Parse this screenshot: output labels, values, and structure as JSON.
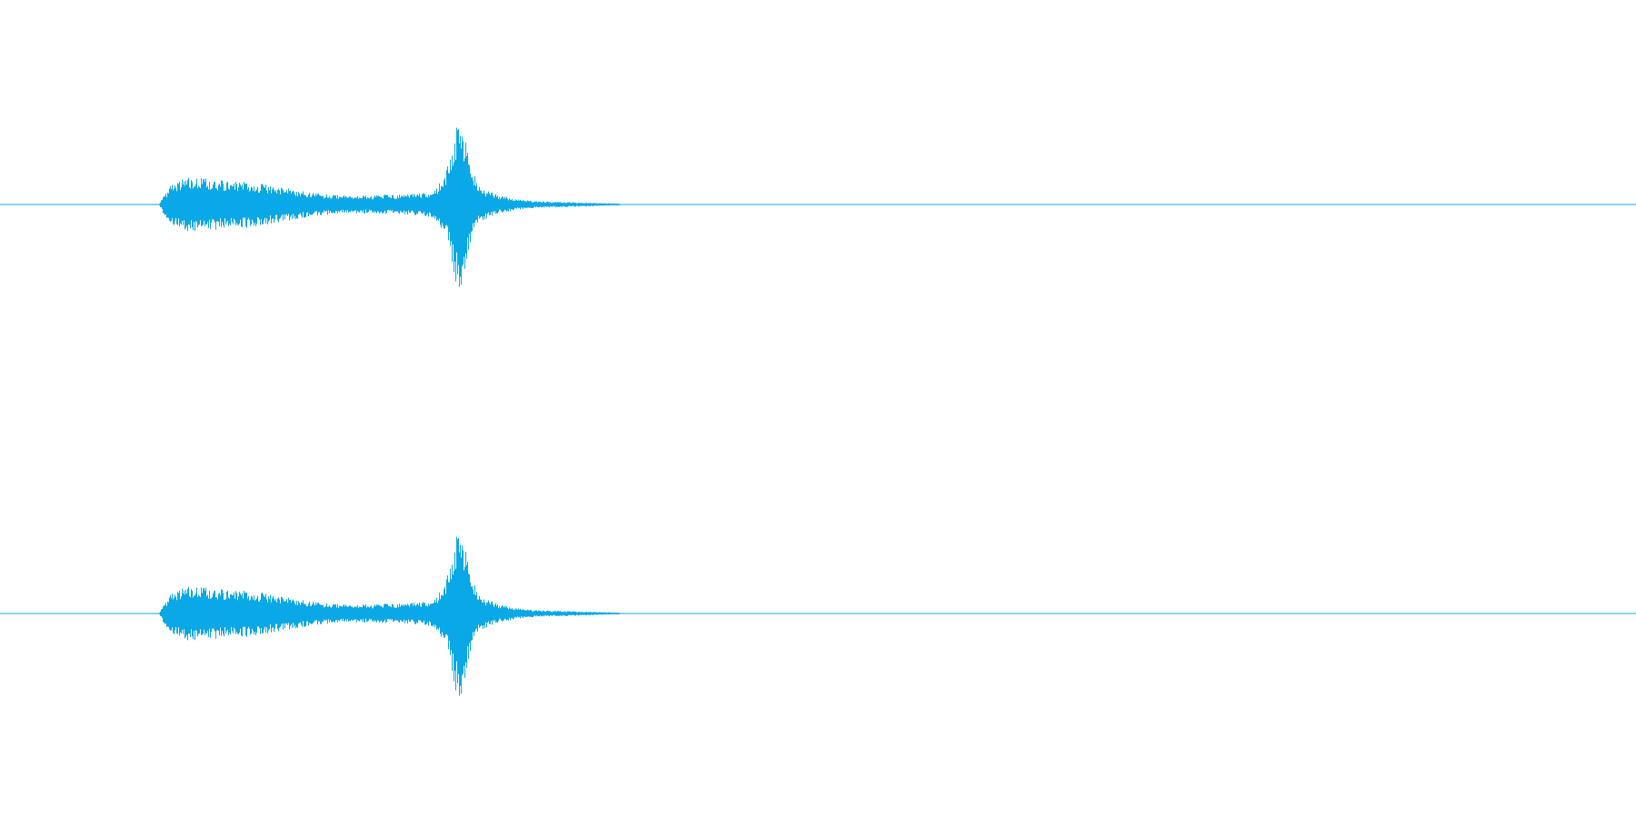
{
  "colors": {
    "background": "#ffffff",
    "waveform": "#0aa8e6"
  },
  "chart_data": {
    "type": "line",
    "title": "",
    "xlabel": "",
    "ylabel": "",
    "grid": false,
    "legend": "none",
    "x_range": [
      0,
      1
    ],
    "amplitude_range": [
      -1,
      1
    ],
    "channels": [
      {
        "index": 0,
        "envelope": {
          "x": [
            0.0,
            0.097,
            0.099,
            0.105,
            0.115,
            0.13,
            0.15,
            0.17,
            0.19,
            0.21,
            0.225,
            0.24,
            0.255,
            0.265,
            0.272,
            0.277,
            0.2805,
            0.2845,
            0.2885,
            0.2925,
            0.297,
            0.305,
            0.315,
            0.325,
            0.34,
            0.36,
            0.378,
            0.38,
            1.0
          ],
          "amplitude": [
            0.0,
            0.0,
            0.08,
            0.24,
            0.3,
            0.28,
            0.26,
            0.2,
            0.13,
            0.1,
            0.1,
            0.11,
            0.12,
            0.15,
            0.33,
            0.75,
            1.0,
            0.68,
            0.38,
            0.21,
            0.16,
            0.1,
            0.06,
            0.04,
            0.03,
            0.02,
            0.01,
            0.0,
            0.0
          ]
        }
      },
      {
        "index": 1,
        "envelope": {
          "x": [
            0.0,
            0.097,
            0.099,
            0.105,
            0.115,
            0.13,
            0.15,
            0.17,
            0.19,
            0.21,
            0.225,
            0.24,
            0.255,
            0.265,
            0.272,
            0.277,
            0.2805,
            0.2845,
            0.2885,
            0.2925,
            0.297,
            0.305,
            0.315,
            0.325,
            0.34,
            0.36,
            0.378,
            0.38,
            1.0
          ],
          "amplitude": [
            0.0,
            0.0,
            0.08,
            0.24,
            0.3,
            0.28,
            0.26,
            0.2,
            0.13,
            0.1,
            0.1,
            0.11,
            0.12,
            0.15,
            0.33,
            0.75,
            1.0,
            0.68,
            0.38,
            0.21,
            0.16,
            0.1,
            0.06,
            0.04,
            0.03,
            0.02,
            0.01,
            0.0,
            0.0
          ]
        }
      }
    ]
  }
}
